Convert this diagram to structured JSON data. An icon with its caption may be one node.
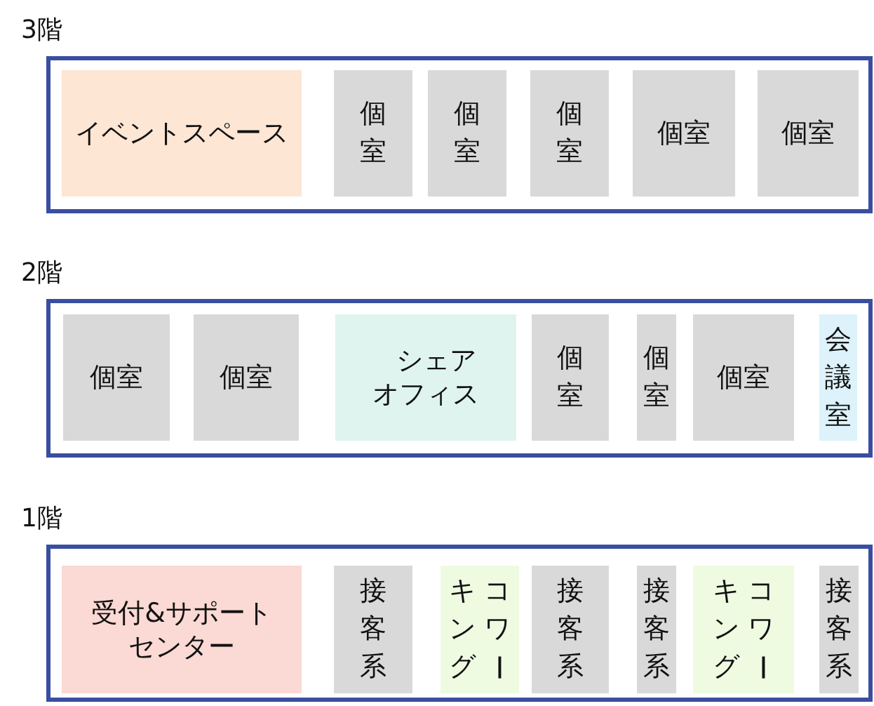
{
  "diagram": {
    "nodes": [
      {
        "text": [
          "3階"
        ]
      },
      {
        "text": [
          "イベントスペース"
        ],
        "in": 0
      },
      {
        "text": [
          "個室"
        ],
        "in": 0
      },
      {
        "text": [
          "個室"
        ],
        "in": 0
      },
      {
        "text": [
          "個室"
        ],
        "in": 0
      },
      {
        "text": [
          "個室"
        ],
        "in": 0
      },
      {
        "text": [
          "個室"
        ],
        "in": 0
      },
      {
        "text": [
          "2階"
        ]
      },
      {
        "text": [
          "個室"
        ],
        "in": 7
      },
      {
        "text": [
          "個室"
        ],
        "in": 7
      },
      {
        "text": [
          "シェアオフィス"
        ],
        "in": 7
      },
      {
        "text": [
          "個室"
        ],
        "in": 7
      },
      {
        "text": [
          "個室"
        ],
        "in": 7
      },
      {
        "text": [
          "個室"
        ],
        "in": 7
      },
      {
        "text": [
          "会議室"
        ],
        "in": 7
      },
      {
        "text": [
          "1階"
        ]
      },
      {
        "text": [
          "受付&サポートセンター"
        ],
        "in": 15
      },
      {
        "text": [
          "接客系"
        ],
        "in": 15
      },
      {
        "text": [
          "コワーキング"
        ],
        "in": 15
      },
      {
        "text": [
          "接客系"
        ],
        "in": 15
      },
      {
        "text": [
          "接客系"
        ],
        "in": 15
      },
      {
        "text": [
          "コワーキング"
        ],
        "in": 15
      },
      {
        "text": [
          "接客系"
        ],
        "in": 15
      }
    ]
  }
}
